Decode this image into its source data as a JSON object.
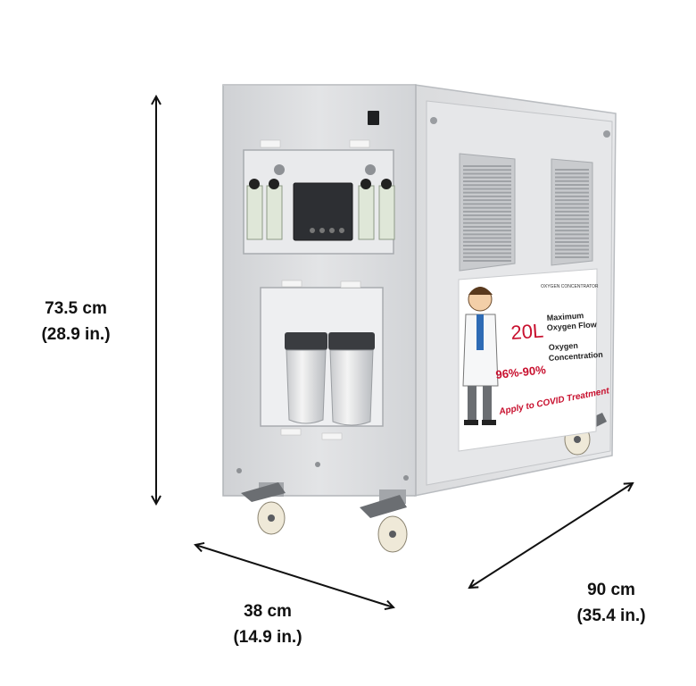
{
  "dimensions": {
    "height": {
      "metric": "73.5 cm",
      "imperial": "(28.9 in.)"
    },
    "width": {
      "metric": "38 cm",
      "imperial": "(14.9 in.)"
    },
    "depth": {
      "metric": "90 cm",
      "imperial": "(35.4 in.)"
    }
  },
  "label": {
    "header": "OXYGEN CONCENTRATOR",
    "flow_value": "20L",
    "flow_line1": "Maximum",
    "flow_line2": "Oxygen Flow",
    "conc_value": "96%-90%",
    "conc_line1": "Oxygen",
    "conc_line2": "Concentration",
    "footer": "Apply to COVID Treatment"
  },
  "colors": {
    "accent_red": "#c8102e",
    "body_grey": "#d6d8db",
    "arrow": "#111111"
  }
}
